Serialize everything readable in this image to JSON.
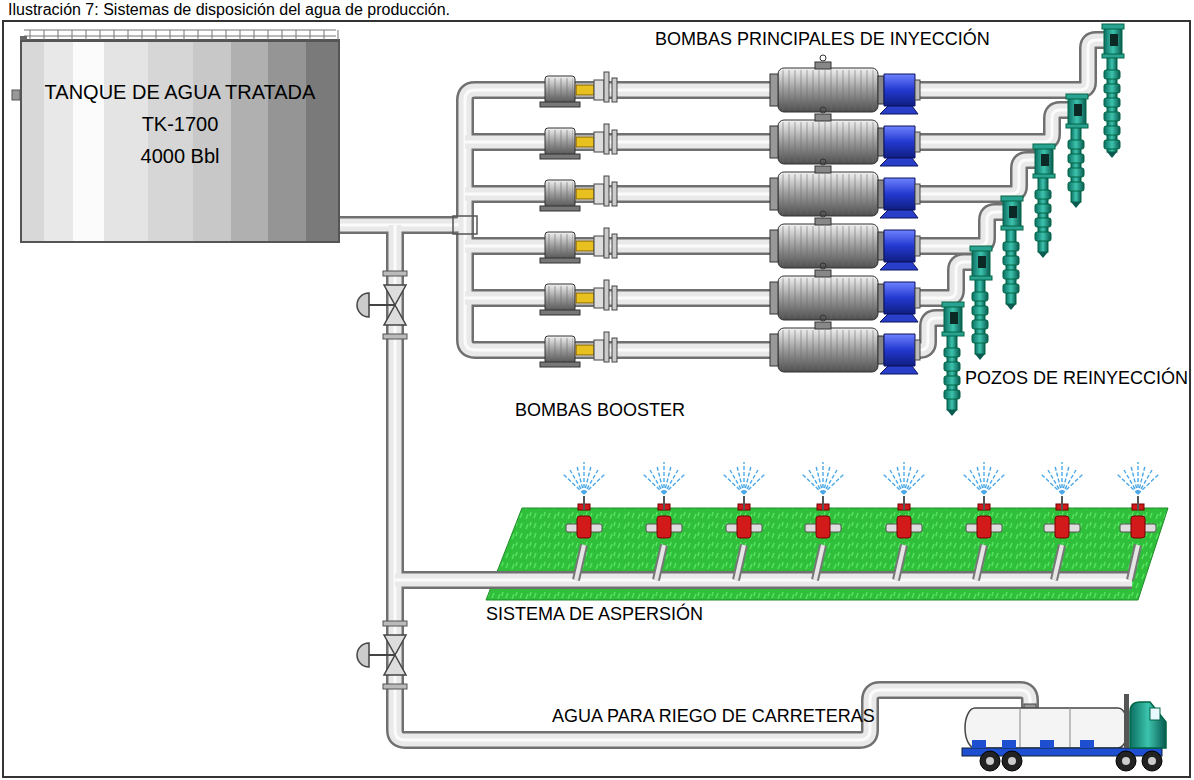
{
  "diagram": {
    "caption": "Ilustración 7: Sistemas de disposición del agua de producción.",
    "nodes": [
      {
        "text": [
          "TANQUE DE AGUA TRATADA",
          "TK-1700",
          "4000 Bbl"
        ]
      }
    ],
    "labels": [
      "BOMBAS PRINCIPALES DE INYECCIÓN",
      "BOMBAS BOOSTER",
      "POZOS DE REINYECCIÓN",
      "SISTEMA DE ASPERSIÓN",
      "AGUA PARA RIEGO DE CARRETERAS"
    ]
  }
}
